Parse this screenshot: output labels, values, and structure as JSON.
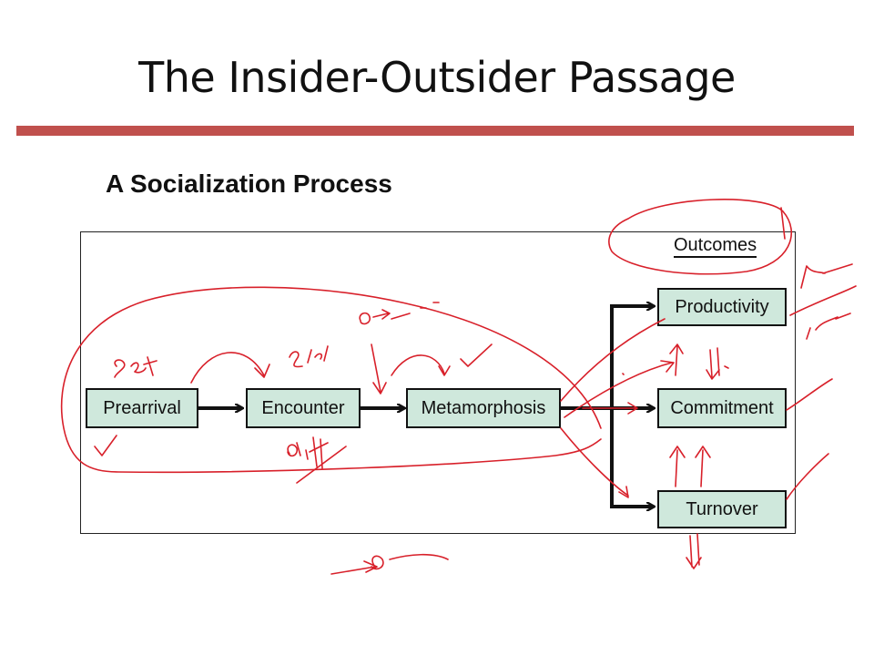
{
  "slide": {
    "title": "The Insider-Outsider Passage",
    "subtitle": "A Socialization Process",
    "accent_color": "#c0504d"
  },
  "diagram": {
    "stages": [
      "Prearrival",
      "Encounter",
      "Metamorphosis"
    ],
    "outcomes_heading": "Outcomes",
    "outcomes": [
      "Productivity",
      "Commitment",
      "Turnover"
    ],
    "box_fill": "#cfe8dc",
    "annotation_color": "#d8202a"
  }
}
